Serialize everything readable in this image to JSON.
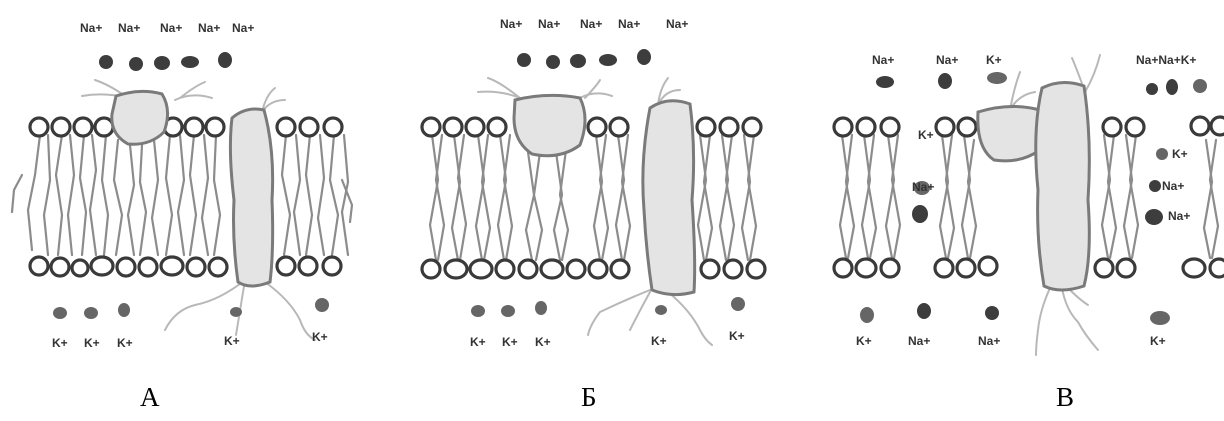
{
  "panels": [
    {
      "label": "А",
      "top_ions": [
        "Na+",
        "Na+",
        "Na+",
        "Na+",
        "Na+"
      ],
      "bottom_ions": [
        "K+",
        "K+",
        "K+",
        "K+",
        "K+"
      ]
    },
    {
      "label": "Б",
      "top_ions": [
        "Na+",
        "Na+",
        "Na+",
        "Na+",
        "Na+"
      ],
      "bottom_ions": [
        "K+",
        "K+",
        "K+",
        "K+",
        "K+"
      ]
    },
    {
      "label": "В",
      "top_ions": [
        "Na+",
        "Na+",
        "K+",
        "Na+Na+K+"
      ],
      "middle_ions": [
        "K+",
        "Na+",
        "K+",
        "Na+",
        "Na+"
      ],
      "bottom_ions": [
        "K+",
        "Na+",
        "Na+",
        "K+"
      ]
    }
  ],
  "colors": {
    "lipid_head_stroke": "#3a3a3a",
    "lipid_tail": "#8c8c8c",
    "protein_fill": "#e4e4e4",
    "protein_stroke": "#7a7a7a",
    "ion_dot_dark": "#3d3d3d",
    "ion_dot_gray": "#666666"
  }
}
